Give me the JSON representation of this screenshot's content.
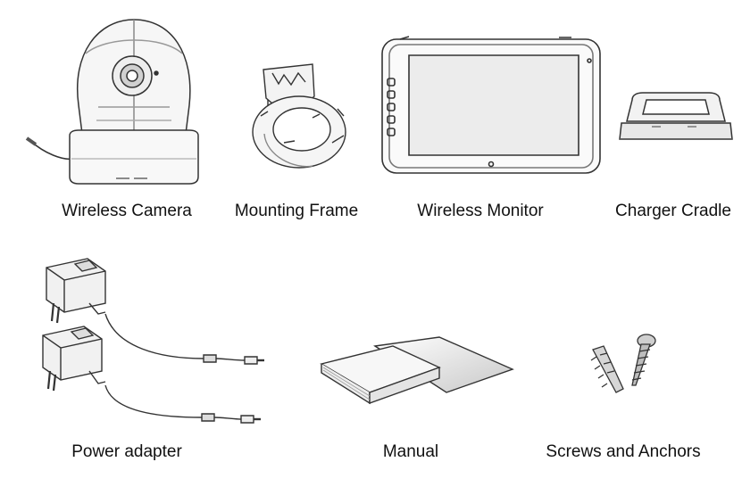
{
  "items": [
    {
      "id": "wireless-camera",
      "label": "Wireless Camera",
      "icon": "camera-icon"
    },
    {
      "id": "mounting-frame",
      "label": "Mounting Frame",
      "icon": "mounting-frame-icon"
    },
    {
      "id": "wireless-monitor",
      "label": "Wireless Monitor",
      "icon": "monitor-icon"
    },
    {
      "id": "charger-cradle",
      "label": "Charger Cradle",
      "icon": "cradle-icon"
    },
    {
      "id": "power-adapter",
      "label": "Power adapter",
      "icon": "power-adapter-icon"
    },
    {
      "id": "manual",
      "label": "Manual",
      "icon": "manual-icon"
    },
    {
      "id": "screws-and-anchors",
      "label": "Screws and Anchors",
      "icon": "screws-icon"
    }
  ],
  "colors": {
    "line": "#333333",
    "fill_light": "#f4f4f4",
    "fill_mid": "#d8d8d8",
    "screen": "#e6e6e6"
  }
}
